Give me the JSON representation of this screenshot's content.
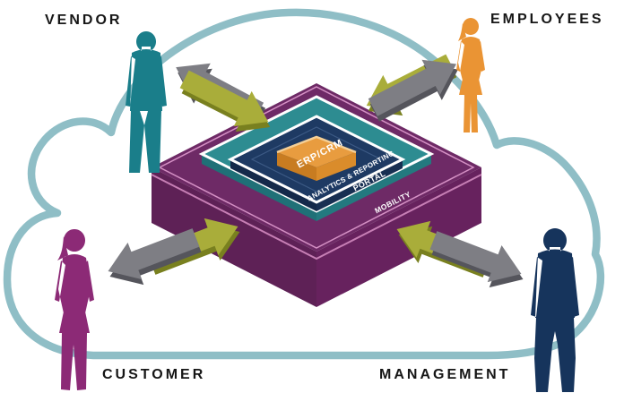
{
  "diagram": {
    "type": "cloud-erp-ecosystem",
    "stakeholders": {
      "vendor": {
        "label": "VENDOR",
        "position": "top-left"
      },
      "employees": {
        "label": "EMPLOYEES",
        "position": "top-right"
      },
      "customer": {
        "label": "CUSTOMER",
        "position": "bottom-left"
      },
      "management": {
        "label": "MANAGEMENT",
        "position": "bottom-right"
      }
    },
    "stack_layers": [
      {
        "label": "ERP/CRM",
        "color": "#e89c3f"
      },
      {
        "label": "ANALYTICS & REPORTING",
        "color": "#1e3a63"
      },
      {
        "label": "PORTAL",
        "color": "#2d8c91"
      },
      {
        "label": "MOBILITY",
        "color": "#6e2a66"
      }
    ],
    "colors": {
      "cloud_outline": "#8fbec6",
      "arrow_gray": "#7e7e84",
      "arrow_gray_shadow": "#55555c",
      "arrow_olive": "#a9ad3a",
      "arrow_olive_shadow": "#79801f",
      "vendor_figure": "#1a7e8a",
      "employees_figure": "#ea9434",
      "customer_figure": "#8c2a76",
      "management_figure": "#16345c",
      "label_text": "#161616"
    }
  }
}
